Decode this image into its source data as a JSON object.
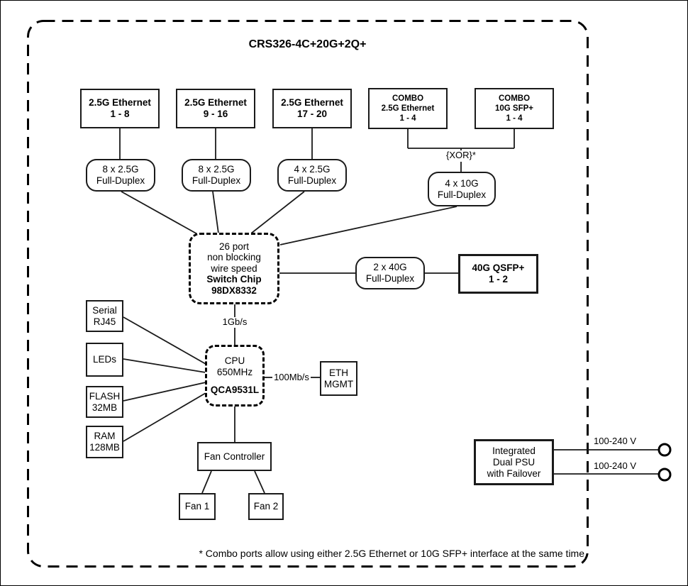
{
  "title": "CRS326-4C+20G+2Q+",
  "port_groups": [
    {
      "line1": "2.5G Ethernet",
      "line2": "1 - 8"
    },
    {
      "line1": "2.5G Ethernet",
      "line2": "9 - 16"
    },
    {
      "line1": "2.5G Ethernet",
      "line2": "17 - 20"
    },
    {
      "line1": "COMBO",
      "line2": "2.5G Ethernet",
      "line3": "1 - 4"
    },
    {
      "line1": "COMBO",
      "line2": "10G SFP+",
      "line3": "1 - 4"
    }
  ],
  "xor_label": "{XOR}*",
  "duplex_nodes": [
    {
      "line1": "8 x 2.5G",
      "line2": "Full-Duplex"
    },
    {
      "line1": "8 x 2.5G",
      "line2": "Full-Duplex"
    },
    {
      "line1": "4 x 2.5G",
      "line2": "Full-Duplex"
    },
    {
      "line1": "4 x 10G",
      "line2": "Full-Duplex"
    },
    {
      "line1": "2 x 40G",
      "line2": "Full-Duplex"
    }
  ],
  "switch_chip": {
    "line1": "26 port",
    "line2": "non blocking",
    "line3": "wire speed",
    "line4": "Switch Chip",
    "line5": "98DX8332"
  },
  "qsfp": {
    "line1": "40G QSFP+",
    "line2": "1 - 2"
  },
  "cpu": {
    "line1": "CPU",
    "line2": "650MHz",
    "line3": "QCA9531L"
  },
  "links": {
    "cpu_uplink": "1Gb/s",
    "mgmt": "100Mb/s"
  },
  "peripherals": [
    {
      "line1": "Serial",
      "line2": "RJ45"
    },
    {
      "line1": "LEDs"
    },
    {
      "line1": "FLASH",
      "line2": "32MB"
    },
    {
      "line1": "RAM",
      "line2": "128MB"
    }
  ],
  "eth_mgmt": {
    "line1": "ETH",
    "line2": "MGMT"
  },
  "fans": {
    "controller": "Fan Controller",
    "fan1": "Fan 1",
    "fan2": "Fan 2"
  },
  "psu": {
    "line1": "Integrated",
    "line2": "Dual PSU",
    "line3": "with Failover",
    "input1": "100-240 V",
    "input2": "100-240 V"
  },
  "footnote": "* Combo ports allow using either 2.5G Ethernet or 10G SFP+ interface at the same time",
  "colors": {
    "line": "#000000",
    "background": "#ffffff"
  }
}
